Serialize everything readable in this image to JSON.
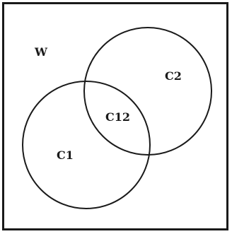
{
  "universe": {
    "label": "W"
  },
  "sets": [
    {
      "id": "circle-c1",
      "label": "C1"
    },
    {
      "id": "circle-c2",
      "label": "C2"
    }
  ],
  "intersection": {
    "label": "C12"
  },
  "colors": {
    "stroke": "#1a1a1a",
    "background": "#ffffff"
  }
}
